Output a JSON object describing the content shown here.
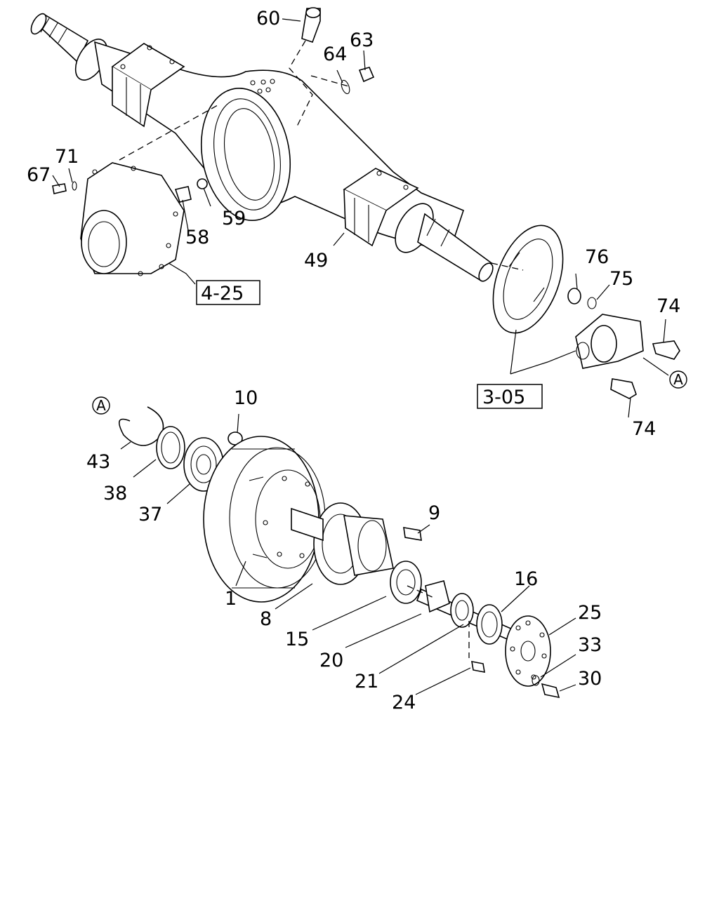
{
  "part_numbers": {
    "n60": "60",
    "n64": "64",
    "n63": "63",
    "n71": "71",
    "n67": "67",
    "n59": "59",
    "n58": "58",
    "n49": "49",
    "n76": "76",
    "n75": "75",
    "n74a": "74",
    "n74b": "74",
    "n10": "10",
    "n43": "43",
    "n38": "38",
    "n37": "37",
    "n9": "9",
    "n1": "1",
    "n16": "16",
    "n8": "8",
    "n25": "25",
    "n15": "15",
    "n33": "33",
    "n20": "20",
    "n30": "30",
    "n21": "21",
    "n24": "24"
  },
  "references": {
    "ref_4_25": "4-25",
    "ref_3_05": "3-05",
    "marker_a1": "A",
    "marker_a2": "A"
  }
}
